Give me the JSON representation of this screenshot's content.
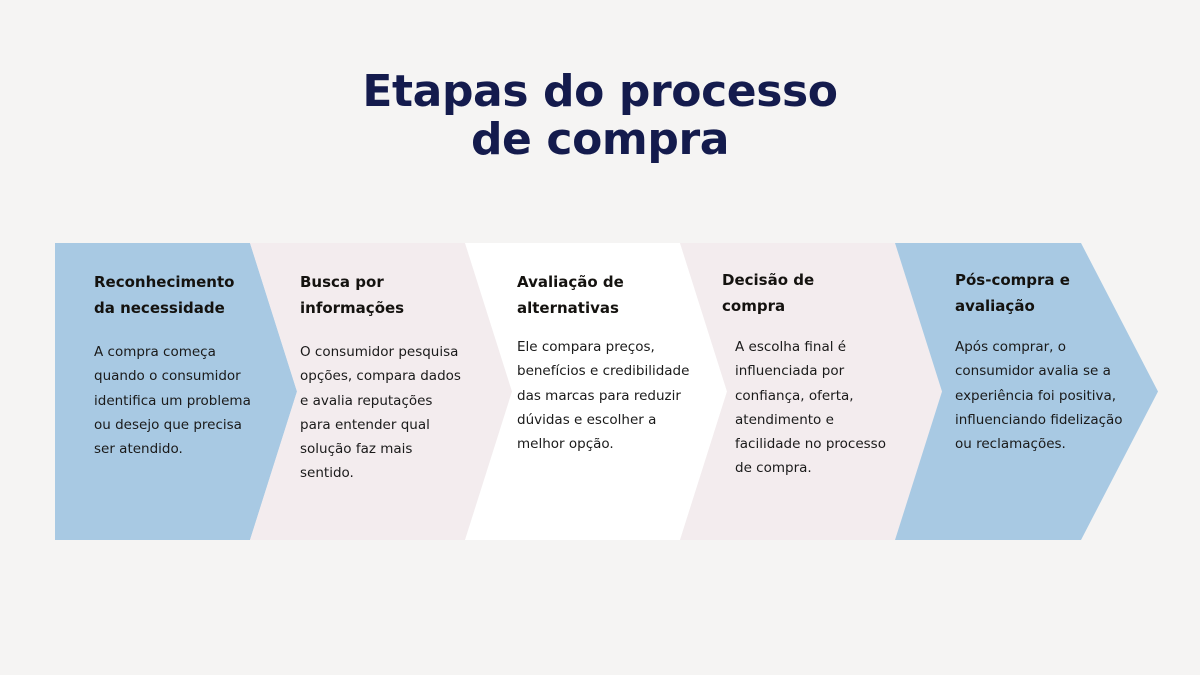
{
  "slide": {
    "background_color": "#f5f4f3",
    "title": {
      "line1": "Etapas do processo",
      "line2": "de compra",
      "color": "#141b4d"
    }
  },
  "diagram": {
    "type": "chevron-process",
    "orientation": "horizontal",
    "step_count": 5,
    "colors": {
      "blue": "#a8c9e3",
      "pink": "#f3ecee",
      "white": "#ffffff",
      "heading_text": "#14120f",
      "body_text": "#1a1a1a"
    },
    "steps": [
      {
        "index": 1,
        "heading": "Reconhecimento\nda necessidade",
        "body": "A compra começa quando o consumidor identifica um problema ou desejo que precisa ser atendido.",
        "fill": "#a8c9e3",
        "fill_name": "blue"
      },
      {
        "index": 2,
        "heading": "Busca por\ninformações",
        "body": "O consumidor pesquisa opções, compara dados e avalia reputações para entender qual solução faz mais sentido.",
        "fill": "#f3ecee",
        "fill_name": "pink"
      },
      {
        "index": 3,
        "heading": "Avaliação de\nalternativas",
        "body": "Ele compara preços, benefícios e credibilidade das marcas para reduzir dúvidas e escolher a melhor opção.",
        "fill": "#ffffff",
        "fill_name": "white"
      },
      {
        "index": 4,
        "heading": "Decisão de\ncompra",
        "body": "A escolha final é influenciada por confiança, oferta, atendimento e facilidade no processo de compra.",
        "fill": "#f3ecee",
        "fill_name": "pink"
      },
      {
        "index": 5,
        "heading": "Pós-compra e\navaliação",
        "body": "Após comprar, o consumidor avalia se a experiência foi positiva, influenciando fidelização ou reclamações.",
        "fill": "#a8c9e3",
        "fill_name": "blue"
      }
    ]
  }
}
